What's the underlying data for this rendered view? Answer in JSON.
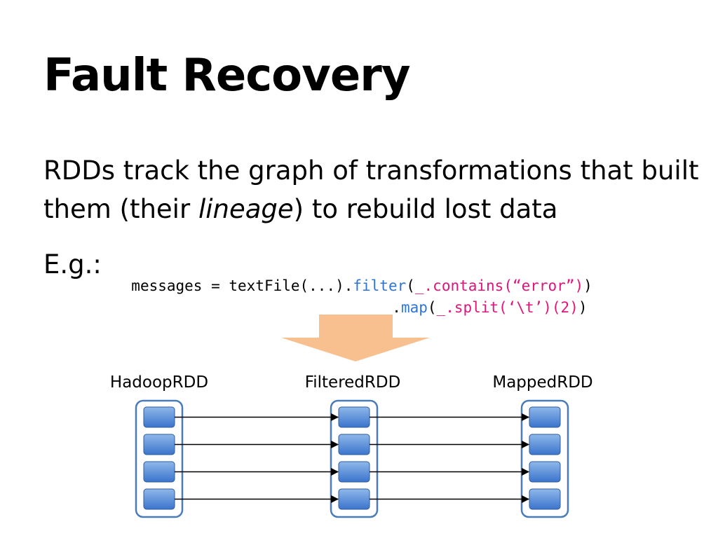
{
  "slide": {
    "title": "Fault Recovery",
    "body_before": "RDDs track the graph of transformations that built them (their ",
    "body_emph": "lineage",
    "body_after": ") to rebuild lost data",
    "example_label": "E.g.:"
  },
  "code": {
    "line1": [
      {
        "text": "messages = textFile(...).",
        "style": "plain"
      },
      {
        "text": "filter",
        "style": "kw"
      },
      {
        "text": "(",
        "style": "plain"
      },
      {
        "text": "_.contains(“error”)",
        "style": "str"
      },
      {
        "text": ")",
        "style": "plain"
      }
    ],
    "line2": [
      {
        "text": ".",
        "style": "plain"
      },
      {
        "text": "map",
        "style": "kw"
      },
      {
        "text": "(",
        "style": "plain"
      },
      {
        "text": "_.split(‘\\t’)(2)",
        "style": "str"
      },
      {
        "text": ")",
        "style": "plain"
      }
    ]
  },
  "diagram": {
    "rdds": [
      {
        "name": "HadoopRDD"
      },
      {
        "name": "FilteredRDD"
      },
      {
        "name": "MappedRDD"
      }
    ],
    "partitions_per_rdd": 4,
    "colors": {
      "arrow": "#f8c08f",
      "container_border": "#4a7db8",
      "partition_top": "#8fb8ea",
      "partition_bottom": "#3b74cc",
      "partition_border": "#2d5c9e",
      "edge": "#000000"
    }
  }
}
